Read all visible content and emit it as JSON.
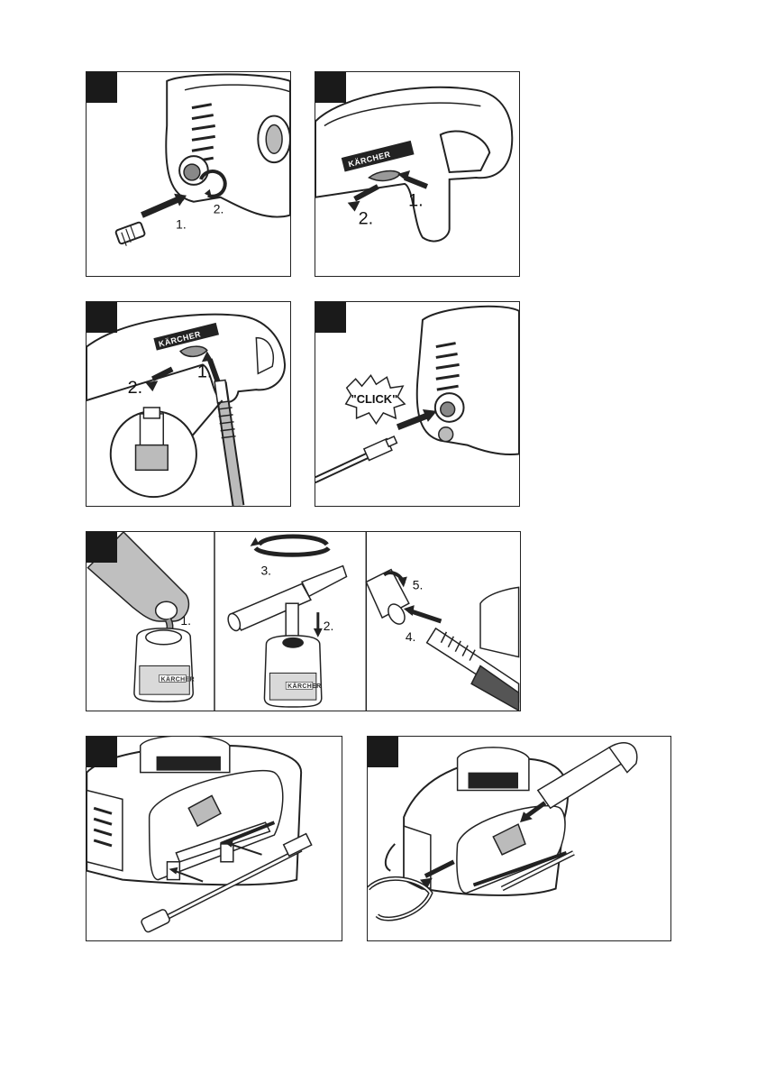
{
  "brand_text": "KÄRCHER",
  "panels": {
    "p1": {
      "step1": "1.",
      "step2": "2."
    },
    "p2": {
      "step1": "1.",
      "step2": "2."
    },
    "p3": {
      "step1": "1.",
      "step2": "2."
    },
    "p4": {
      "callout": "\"CLICK\""
    },
    "p5": {
      "step1": "1.",
      "step2": "2.",
      "step3": "3.",
      "step4": "4.",
      "step5": "5."
    }
  },
  "colors": {
    "ink": "#1a1a1a",
    "grey": "#bfbfbf",
    "dark_grey": "#8c8c8c",
    "light_grey": "#e6e6e6"
  }
}
